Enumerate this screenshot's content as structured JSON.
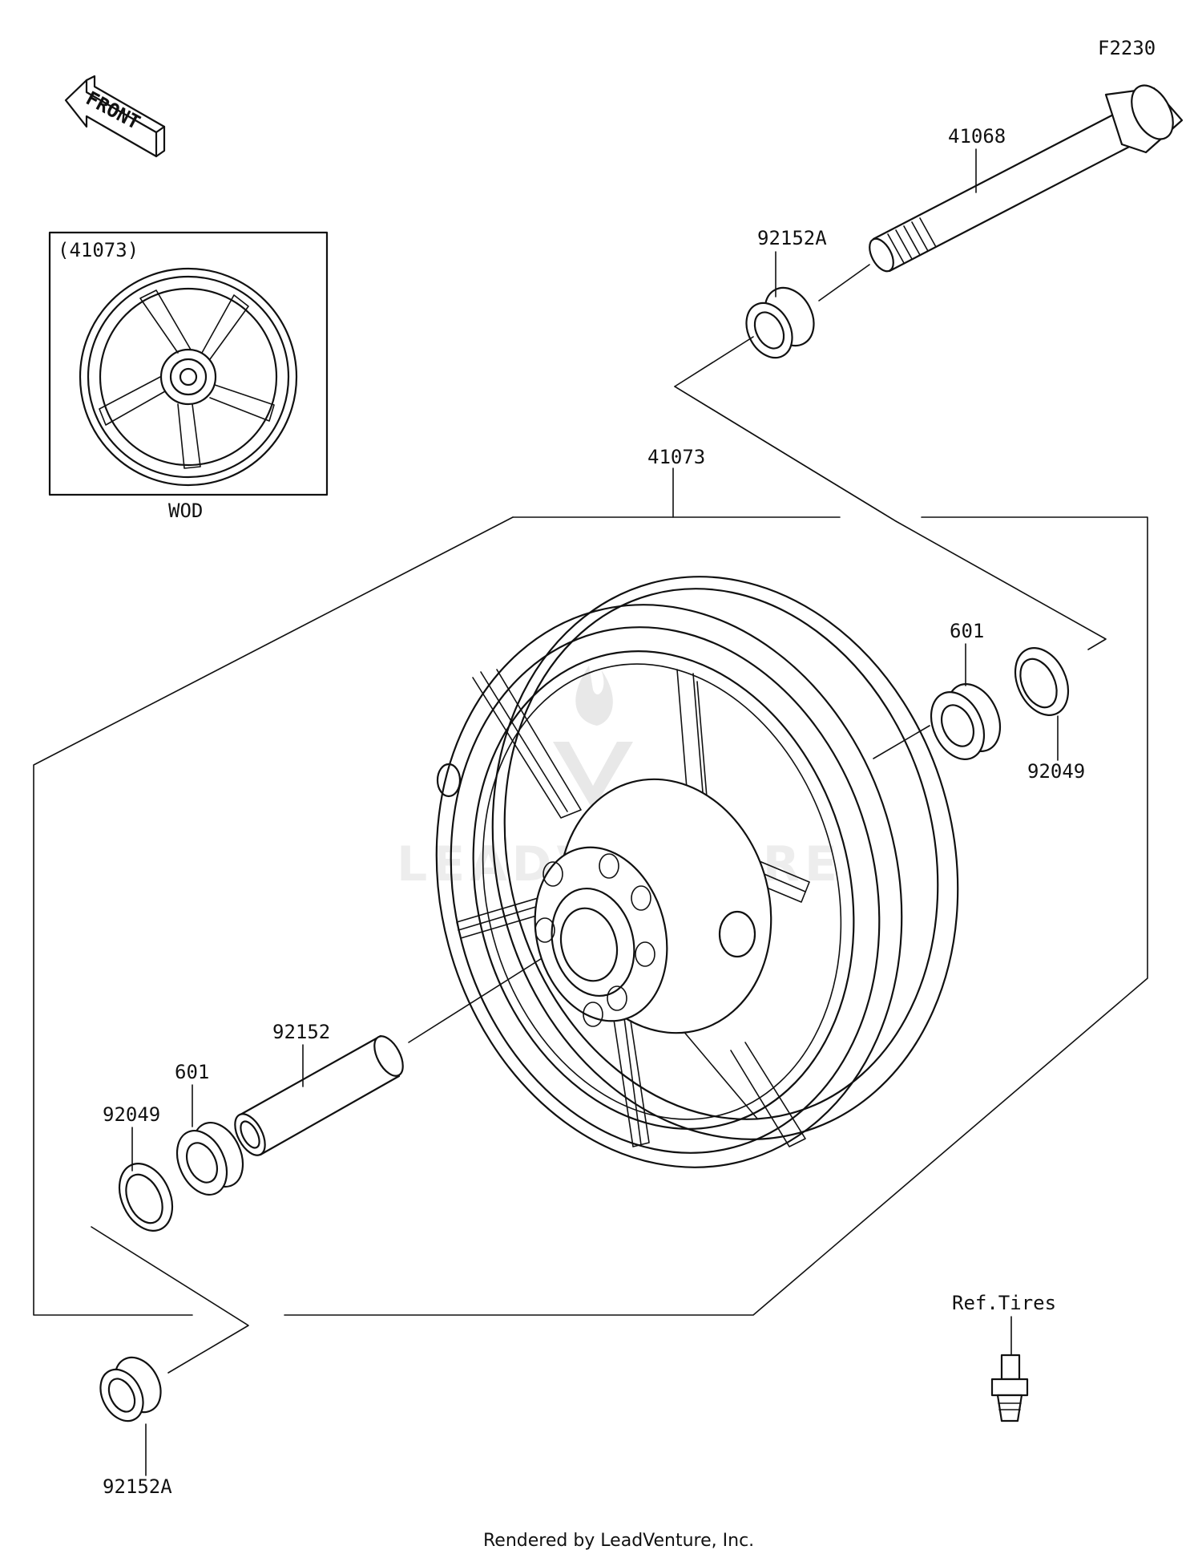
{
  "diagram_code": "F2230",
  "front_label": "FRONT",
  "inset": {
    "part_ref": "(41073)",
    "caption": "WOD"
  },
  "callouts": {
    "axle": "41068",
    "collar_right": "92152A",
    "wheel": "41073",
    "bearing_right": "601",
    "seal_right": "92049",
    "distance_collar": "92152",
    "bearing_left": "601",
    "seal_left": "92049",
    "collar_left": "92152A",
    "valve_ref": "Ref.Tires"
  },
  "footer": "Rendered by LeadVenture, Inc.",
  "watermark": "LEADVENTURE"
}
